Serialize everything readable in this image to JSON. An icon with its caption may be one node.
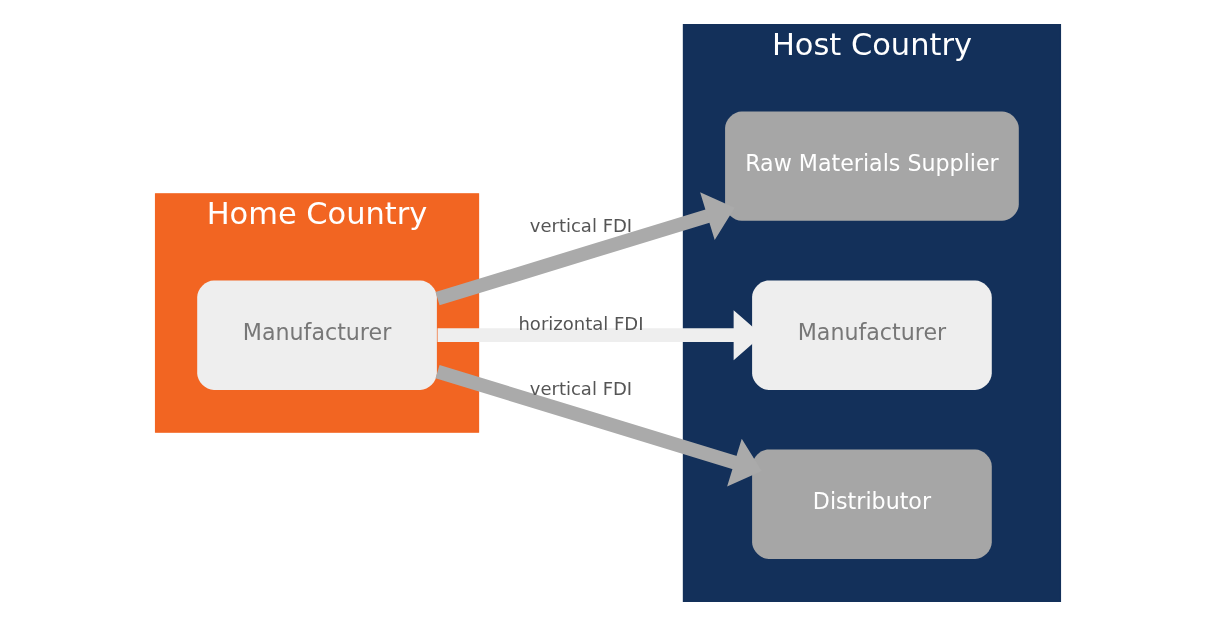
{
  "diagram": {
    "nodes": [
      {
        "text": [
          "Home Country"
        ]
      },
      {
        "text": [
          "Manufacturer"
        ],
        "in": 0
      },
      {
        "text": [
          "Host Country"
        ]
      },
      {
        "text": [
          "Raw Materials Supplier"
        ],
        "in": 2
      },
      {
        "text": [
          "Manufacturer"
        ],
        "in": 2
      },
      {
        "text": [
          "Distributor"
        ],
        "in": 2
      }
    ],
    "edges": [
      {
        "from": 1,
        "to": 3,
        "arrow": "to",
        "label": "vertical FDI"
      },
      {
        "from": 1,
        "to": 4,
        "arrow": "to",
        "label": "horizontal FDI",
        "color": "#eeeeee"
      },
      {
        "from": 1,
        "to": 5,
        "arrow": "to",
        "label": "vertical FDI"
      }
    ]
  }
}
